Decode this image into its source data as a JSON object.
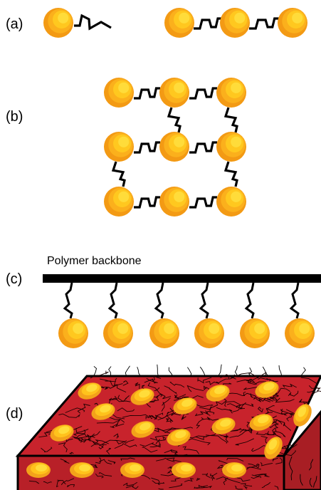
{
  "panels": {
    "a": {
      "label": "(a)"
    },
    "b": {
      "label": "(b)"
    },
    "c": {
      "label": "(c)",
      "backbone_label": "Polymer backbone"
    },
    "d": {
      "label": "(d)"
    }
  },
  "colors": {
    "sphere_outer": "#f7a21b",
    "sphere_mid": "#ffbf1f",
    "sphere_inner": "#ffd83a",
    "linker": "#000000",
    "slab_top": "#c8232c",
    "slab_side": "#a81e24",
    "slab_front": "#b82028",
    "particle": "#ffc21c"
  },
  "icons": {
    "particle": "nanoparticle-sphere-icon",
    "linker": "zigzag-linker-icon"
  }
}
